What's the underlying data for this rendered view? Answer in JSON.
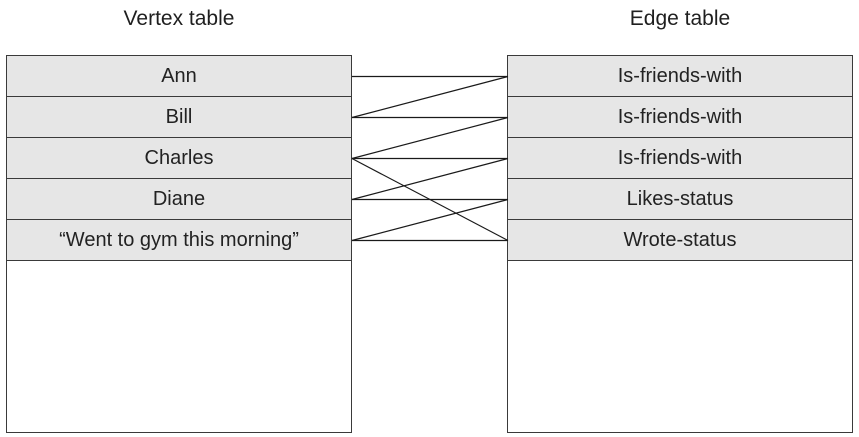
{
  "vertex_table": {
    "title": "Vertex table",
    "rows": [
      "Ann",
      "Bill",
      "Charles",
      "Diane",
      "“Went to gym this morning”"
    ]
  },
  "edge_table": {
    "title": "Edge table",
    "rows": [
      "Is-friends-with",
      "Is-friends-with",
      "Is-friends-with",
      "Likes-status",
      "Wrote-status"
    ]
  },
  "links": [
    {
      "vertex": 0,
      "edge": 0
    },
    {
      "vertex": 1,
      "edge": 0
    },
    {
      "vertex": 1,
      "edge": 1
    },
    {
      "vertex": 2,
      "edge": 1
    },
    {
      "vertex": 2,
      "edge": 2
    },
    {
      "vertex": 2,
      "edge": 4
    },
    {
      "vertex": 3,
      "edge": 2
    },
    {
      "vertex": 3,
      "edge": 3
    },
    {
      "vertex": 4,
      "edge": 3
    },
    {
      "vertex": 4,
      "edge": 4
    }
  ]
}
